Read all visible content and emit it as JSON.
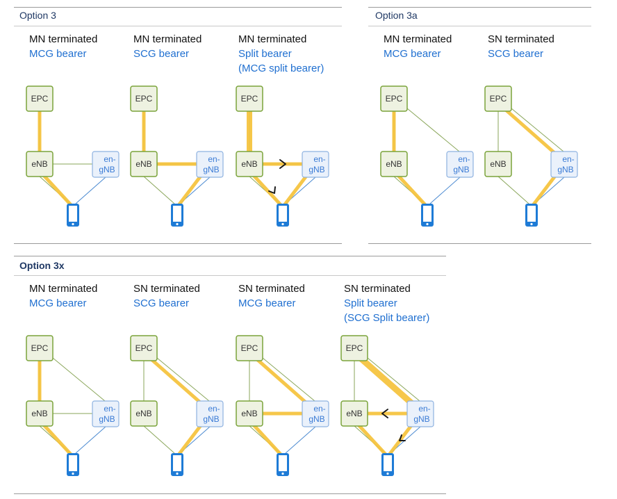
{
  "colors": {
    "node_green_fill": "#eef2e1",
    "node_green_stroke": "#7aa33a",
    "node_blue_fill": "#eaf1fb",
    "node_blue_stroke": "#8eb2e0",
    "node_text_dark": "#333333",
    "node_text_blue": "#3a7bd5",
    "link_green": "#8aa65a",
    "link_blue": "#4b8ad1",
    "bearer": "#f6c33b",
    "phone": "#1e7bd6",
    "title": "#1f3864",
    "subtitle": "#1f6fd0",
    "rule": "#9a9a9a"
  },
  "labels": {
    "epc": "EPC",
    "enb": "eNB",
    "engnb_top": "en-",
    "engnb_bottom": "gNB"
  },
  "sections": [
    {
      "title": "Option 3",
      "bold": false,
      "diagrams": [
        {
          "line1": "MN terminated",
          "line2": "MCG bearer",
          "line3": "",
          "links": [
            "epc-enb",
            "enb-engnb",
            "enb-ue",
            "engnb-ue"
          ],
          "bearer": [
            "epc-enb",
            "enb-ue"
          ],
          "arrows": []
        },
        {
          "line1": "MN terminated",
          "line2": "SCG bearer",
          "line3": "",
          "links": [
            "epc-enb",
            "enb-engnb",
            "enb-ue",
            "engnb-ue"
          ],
          "bearer": [
            "epc-enb",
            "enb-engnb",
            "engnb-ue"
          ],
          "arrows": []
        },
        {
          "line1": "MN terminated",
          "line2": "Split bearer",
          "line3": "(MCG split bearer)",
          "links": [
            "epc-enb",
            "enb-engnb",
            "enb-ue",
            "engnb-ue"
          ],
          "bearer": [
            "epc-enb",
            "enb-engnb",
            "engnb-ue",
            "enb-ue"
          ],
          "arrows": [
            "enb-engnb",
            "enb-ue"
          ]
        }
      ]
    },
    {
      "title": "Option 3a",
      "bold": false,
      "diagrams": [
        {
          "line1": "MN terminated",
          "line2": "MCG bearer",
          "line3": "",
          "links": [
            "epc-enb",
            "epc-engnb",
            "enb-ue",
            "engnb-ue"
          ],
          "bearer": [
            "epc-enb",
            "enb-ue"
          ],
          "arrows": []
        },
        {
          "line1": "SN terminated",
          "line2": "SCG bearer",
          "line3": "",
          "links": [
            "epc-enb",
            "epc-engnb",
            "enb-ue",
            "engnb-ue"
          ],
          "bearer": [
            "epc-engnb",
            "engnb-ue"
          ],
          "arrows": []
        }
      ]
    },
    {
      "title": "Option 3x",
      "bold": true,
      "diagrams": [
        {
          "line1": "MN terminated",
          "line2": "MCG bearer",
          "line3": "",
          "links": [
            "epc-enb",
            "epc-engnb",
            "enb-engnb",
            "enb-ue",
            "engnb-ue"
          ],
          "bearer": [
            "epc-enb",
            "enb-ue"
          ],
          "arrows": []
        },
        {
          "line1": "SN terminated",
          "line2": "SCG bearer",
          "line3": "",
          "links": [
            "epc-enb",
            "epc-engnb",
            "enb-ue",
            "engnb-ue"
          ],
          "bearer": [
            "epc-engnb",
            "engnb-ue"
          ],
          "arrows": []
        },
        {
          "line1": "SN terminated",
          "line2": "MCG bearer",
          "line3": "",
          "links": [
            "epc-enb",
            "epc-engnb",
            "enb-ue",
            "engnb-ue"
          ],
          "bearer": [
            "epc-engnb",
            "enb-engnb",
            "enb-ue"
          ],
          "arrows": []
        },
        {
          "line1": "SN terminated",
          "line2": "Split bearer",
          "line3": "(SCG Split bearer)",
          "links": [
            "epc-enb",
            "epc-engnb",
            "enb-ue",
            "engnb-ue"
          ],
          "bearer": [
            "epc-engnb",
            "enb-engnb",
            "enb-ue",
            "engnb-ue"
          ],
          "arrows": [
            "engnb-enb",
            "engnb-ue"
          ]
        }
      ]
    }
  ]
}
